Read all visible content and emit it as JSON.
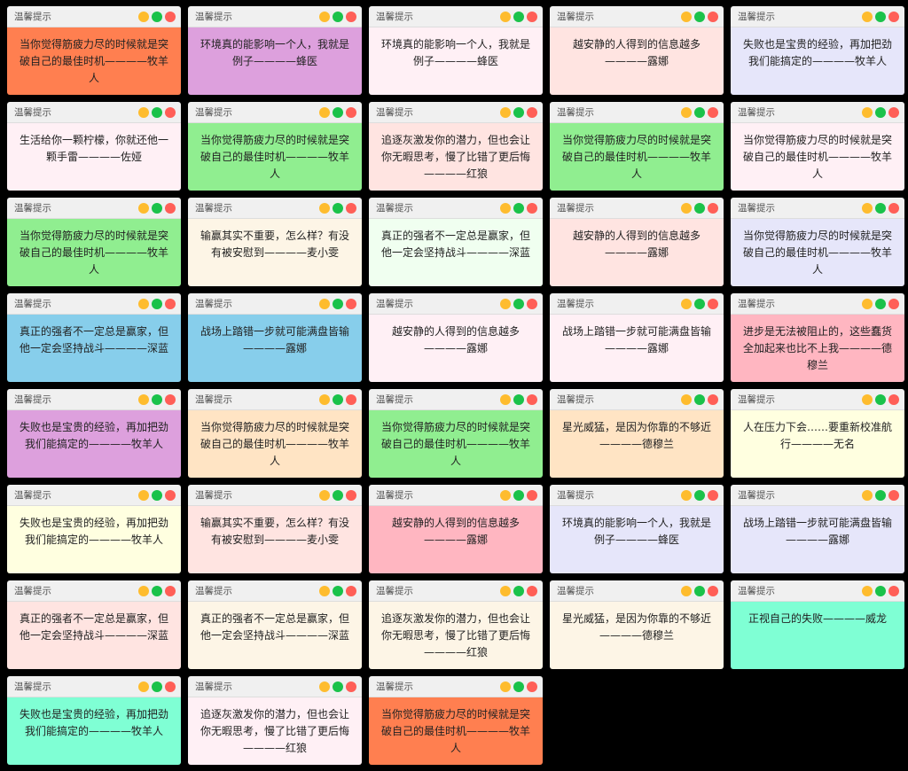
{
  "popup_title": "温馨提示",
  "quotes": {
    "q_exhausted": "当你觉得筋疲力尽的时候就是突破自己的最佳时机————牧羊人",
    "q_quiet": "越安静的人得到的信息越多————露娜",
    "q_failure": "失败也是宝贵的经验，再加把劲我们能搞定的————牧羊人",
    "q_lemon": "生活给你一颗柠檬，你就还他一颗手雷————佐娅",
    "q_env": "环境真的能影响一个人，我就是例子————蜂医",
    "q_chase": "追逐灰激发你的潜力，但也会让你无暇思考，慢了比错了更后悔————红狼",
    "q_strong": "真正的强者不一定总是赢家，但他一定会坚持战斗————深蓝",
    "q_battle": "战场上踏错一步就可能满盘皆输————露娜",
    "q_progress": "进步是无法被阻止的，这些蠢货全加起来也比不上我————德穆兰",
    "q_comfort": "输赢其实不重要，怎么样？有没有被安慰到————麦小雯",
    "q_star": "星光威猛，是因为你靠的不够近————德穆兰",
    "q_pressure": "人在压力下会……要重新校准航行————无名",
    "q_face": "正视自己的失败————威龙"
  },
  "windows": [
    {
      "quote": "q_exhausted",
      "bg": "#ff7f50"
    },
    {
      "quote": "q_env",
      "bg": "#dda0dd"
    },
    {
      "quote": "q_env",
      "bg": "#fff0f5"
    },
    {
      "quote": "q_quiet",
      "bg": "#ffe4e1"
    },
    {
      "quote": "q_failure",
      "bg": "#e6e6fa"
    },
    {
      "quote": "q_lemon",
      "bg": "#fff0f5"
    },
    {
      "quote": "q_exhausted",
      "bg": "#90ee90"
    },
    {
      "quote": "q_chase",
      "bg": "#ffe4e1"
    },
    {
      "quote": "q_exhausted",
      "bg": "#90ee90"
    },
    {
      "quote": "q_exhausted",
      "bg": "#fff0f5"
    },
    {
      "quote": "q_exhausted",
      "bg": "#90ee90"
    },
    {
      "quote": "q_comfort",
      "bg": "#fdf5e6"
    },
    {
      "quote": "q_strong",
      "bg": "#f0fff0"
    },
    {
      "quote": "q_quiet",
      "bg": "#ffe4e1"
    },
    {
      "quote": "q_exhausted",
      "bg": "#e6e6fa"
    },
    {
      "quote": "q_strong",
      "bg": "#87ceeb"
    },
    {
      "quote": "q_battle",
      "bg": "#87ceeb"
    },
    {
      "quote": "q_quiet",
      "bg": "#fff0f5"
    },
    {
      "quote": "q_battle",
      "bg": "#fff0f5"
    },
    {
      "quote": "q_progress",
      "bg": "#ffb6c1"
    },
    {
      "quote": "q_failure",
      "bg": "#dda0dd"
    },
    {
      "quote": "q_exhausted",
      "bg": "#ffe4c4"
    },
    {
      "quote": "q_exhausted",
      "bg": "#90ee90"
    },
    {
      "quote": "q_star",
      "bg": "#ffe4c4"
    },
    {
      "quote": "q_pressure",
      "bg": "#ffffe0"
    },
    {
      "quote": "q_failure",
      "bg": "#ffffe0"
    },
    {
      "quote": "q_comfort",
      "bg": "#ffe4e1"
    },
    {
      "quote": "q_quiet",
      "bg": "#ffb6c1"
    },
    {
      "quote": "q_env",
      "bg": "#e6e6fa"
    },
    {
      "quote": "q_battle",
      "bg": "#e6e6fa"
    },
    {
      "quote": "q_strong",
      "bg": "#ffe4e1"
    },
    {
      "quote": "q_strong",
      "bg": "#fdf5e6"
    },
    {
      "quote": "q_chase",
      "bg": "#fdf5e6"
    },
    {
      "quote": "q_star",
      "bg": "#fdf5e6"
    },
    {
      "quote": "q_face",
      "bg": "#7fffd4"
    },
    {
      "quote": "q_failure",
      "bg": "#7fffd4"
    },
    {
      "quote": "q_chase",
      "bg": "#fff0f5"
    },
    {
      "quote": "q_exhausted",
      "bg": "#ff7f50"
    }
  ]
}
